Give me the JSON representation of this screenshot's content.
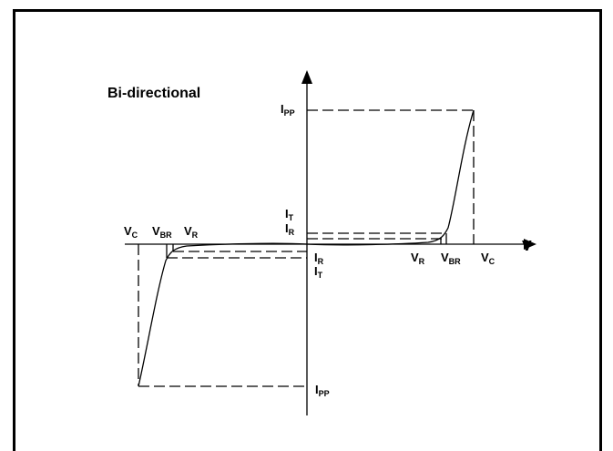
{
  "title": "Bi-directional",
  "axis_label_v": "V",
  "labels": {
    "ipp_top": {
      "main": "I",
      "sub": "PP"
    },
    "it_top": {
      "main": "I",
      "sub": "T"
    },
    "ir_top": {
      "main": "I",
      "sub": "R"
    },
    "ir_bottom": {
      "main": "I",
      "sub": "R"
    },
    "it_bottom": {
      "main": "I",
      "sub": "T"
    },
    "ipp_bottom": {
      "main": "I",
      "sub": "PP"
    },
    "vc_left": {
      "main": "V",
      "sub": "C"
    },
    "vbr_left": {
      "main": "V",
      "sub": "BR"
    },
    "vr_left": {
      "main": "V",
      "sub": "R"
    },
    "vr_right": {
      "main": "V",
      "sub": "R"
    },
    "vbr_right": {
      "main": "V",
      "sub": "BR"
    },
    "vc_right": {
      "main": "V",
      "sub": "C"
    }
  }
}
